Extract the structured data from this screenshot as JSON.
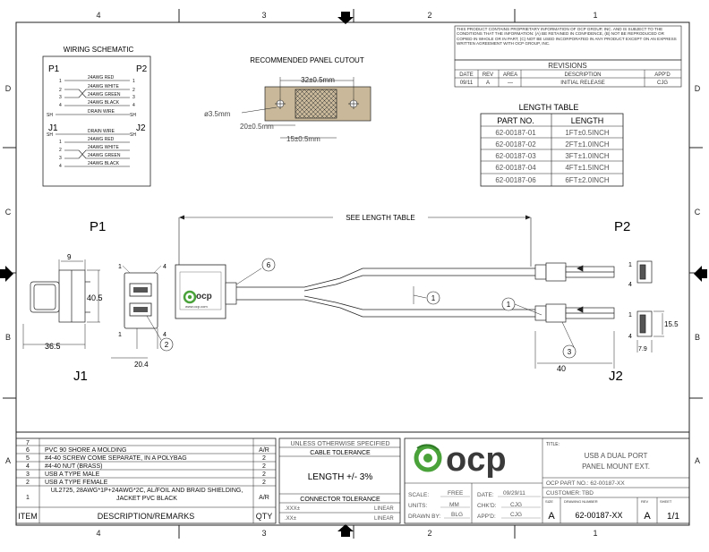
{
  "zones": {
    "top": [
      "4",
      "3",
      "2",
      "1"
    ],
    "bottom": [
      "4",
      "3",
      "2",
      "1"
    ],
    "left": [
      "D",
      "C",
      "B",
      "A"
    ],
    "right": [
      "D",
      "C",
      "B",
      "A"
    ]
  },
  "wiring": {
    "title": "WIRING SCHEMATIC",
    "p1": "P1",
    "p2": "P2",
    "j1": "J1",
    "j2": "J2",
    "pins_top": [
      "1",
      "2",
      "3",
      "4"
    ],
    "wires_top": [
      "24AWG RED",
      "24AWG WHITE",
      "24AWG GREEN",
      "24AWG BLACK"
    ],
    "drain_label": "DRAIN WIRE",
    "sh": "SH",
    "pins_bottom": [
      "1",
      "2",
      "3",
      "4"
    ],
    "wires_bottom": [
      "24AWG RED",
      "24AWG WHITE",
      "24AWG GREEN",
      "24AWG BLACK"
    ]
  },
  "cutout": {
    "title": "RECOMMENDED PANEL CUTOUT",
    "dim_width": "32±0.5mm",
    "dim_hole": "ø3.5mm",
    "dim_height": "20±0.5mm",
    "dim_lower": "15±0.5mm"
  },
  "notice": "THIS PRODUCT CONTAINS PROPRIETARY INFORMATION OF OCP GROUP, INC. AND IS SUBJECT TO THE CONDITIONS THAT THE INFORMATION: (A) BE RETAINED IN CONFIDENCE, (B) NOT BE REPRODUCED OR COPIED IN WHOLE OR IN PART, (C) NOT BE USED INCORPORATED IN ANY PRODUCT EXCEPT ON AN EXPRESS WRITTEN AGREEMENT WITH OCP GROUP, INC.",
  "revisions": {
    "title": "REVISIONS",
    "headers": [
      "DATE",
      "REV",
      "AREA",
      "DESCRIPTION",
      "APP'D"
    ],
    "rows": [
      [
        "09/11",
        "A",
        "—",
        "INITIAL RELEASE",
        "CJG"
      ]
    ]
  },
  "length_table": {
    "title": "LENGTH TABLE",
    "headers": [
      "PART NO.",
      "LENGTH"
    ],
    "rows": [
      [
        "62-00187-01",
        "1FT±0.5INCH"
      ],
      [
        "62-00187-02",
        "2FT±1.0INCH"
      ],
      [
        "62-00187-03",
        "3FT±1.0INCH"
      ],
      [
        "62-00187-04",
        "4FT±1.5INCH"
      ],
      [
        "62-00187-06",
        "6FT±2.0INCH"
      ]
    ]
  },
  "drawing": {
    "p1": "P1",
    "p2": "P2",
    "j1": "J1",
    "j2": "J2",
    "see_length": "SEE LENGTH TABLE",
    "dim_9": "9",
    "dim_40_5": "40.5",
    "dim_36_5": "36.5",
    "dim_20_4": "20.4",
    "dim_40": "40",
    "dim_15_5": "15.5",
    "dim_7_9": "7.9",
    "pin1": "1",
    "pin4": "4",
    "balloons": [
      "1",
      "2",
      "3",
      "6"
    ],
    "url": "www.ocp.com",
    "logo_small": "ocp"
  },
  "bom": {
    "header_item": "ITEM",
    "header_desc": "DESCRIPTION/REMARKS",
    "header_qty": "QTY",
    "rows": [
      {
        "item": "7",
        "desc": "",
        "qty": ""
      },
      {
        "item": "6",
        "desc": "PVC 90 SHORE A MOLDING",
        "qty": "A/R"
      },
      {
        "item": "5",
        "desc": "#4-40 SCREW COME SEPARATE, IN A POLYBAG",
        "qty": "2"
      },
      {
        "item": "4",
        "desc": "#4-40 NUT (BRASS)",
        "qty": "2"
      },
      {
        "item": "3",
        "desc": "USB A TYPE MALE",
        "qty": "2"
      },
      {
        "item": "2",
        "desc": "USB A TYPE FEMALE",
        "qty": "2"
      },
      {
        "item": "1",
        "desc": "UL2725, 28AWG*1P+24AWG*2C, AL/FOIL AND BRAID SHIELDING, JACKET PVC BLACK",
        "qty": "A/R"
      }
    ]
  },
  "tolerance": {
    "unless": "UNLESS OTHERWISE SPECIFIED",
    "cable_tol": "CABLE TOLERANCE",
    "length_tol": "LENGTH +/- 3%",
    "conn_tol": "CONNECTOR TOLERANCE",
    "xxx": ".XXX±",
    "xx": ".XX±",
    "linear": "LINEAR"
  },
  "logo": {
    "text": "ocp"
  },
  "title_block": {
    "scale_label": "SCALE:",
    "scale": "FREE",
    "units_label": "UNITS:",
    "units": "MM",
    "drawn_label": "DRAWN BY:",
    "drawn": "BLG",
    "date_label": "DATE:",
    "date": "09/29/11",
    "chkd_label": "CHK'D:",
    "chkd": "CJG",
    "appd_label": "APP'D:",
    "appd": "CJG",
    "title_label": "TITLE:",
    "title_line1": "USB A DUAL PORT",
    "title_line2": "PANEL MOUNT EXT.",
    "part_label": "OCP PART NO.: 62-00187-XX",
    "customer_label": "CUSTOMER:",
    "customer": "TBD",
    "size_label": "SIZE",
    "size": "A",
    "drawing_label": "DRAWING NUMBER",
    "drawing": "62-00187-XX",
    "rev_label": "REV",
    "rev": "A",
    "sheet_label": "SHEET",
    "sheet": "1/1"
  }
}
